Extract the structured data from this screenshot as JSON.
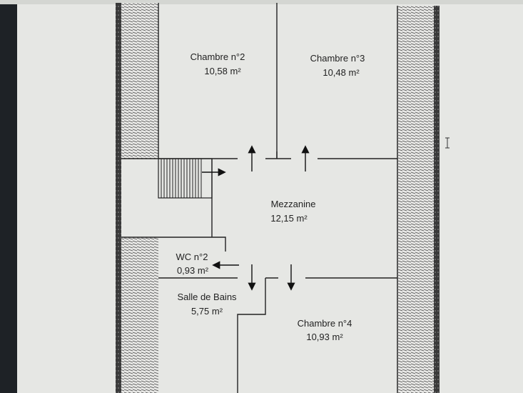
{
  "rooms": [
    {
      "name": "Chambre n°2",
      "area": "10,58  m²"
    },
    {
      "name": "Chambre n°3",
      "area": "10,48  m²"
    },
    {
      "name": "Mezzanine",
      "area": "12,15  m²"
    },
    {
      "name": "WC n°2",
      "area": "0,93  m²"
    },
    {
      "name": "Salle de Bains",
      "area": "5,75  m²"
    },
    {
      "name": "Chambre n°4",
      "area": "10,93  m²"
    }
  ],
  "colors": {
    "wall": "#3a3a3a",
    "background": "#e6e7e4",
    "bezel": "#1e2226"
  }
}
